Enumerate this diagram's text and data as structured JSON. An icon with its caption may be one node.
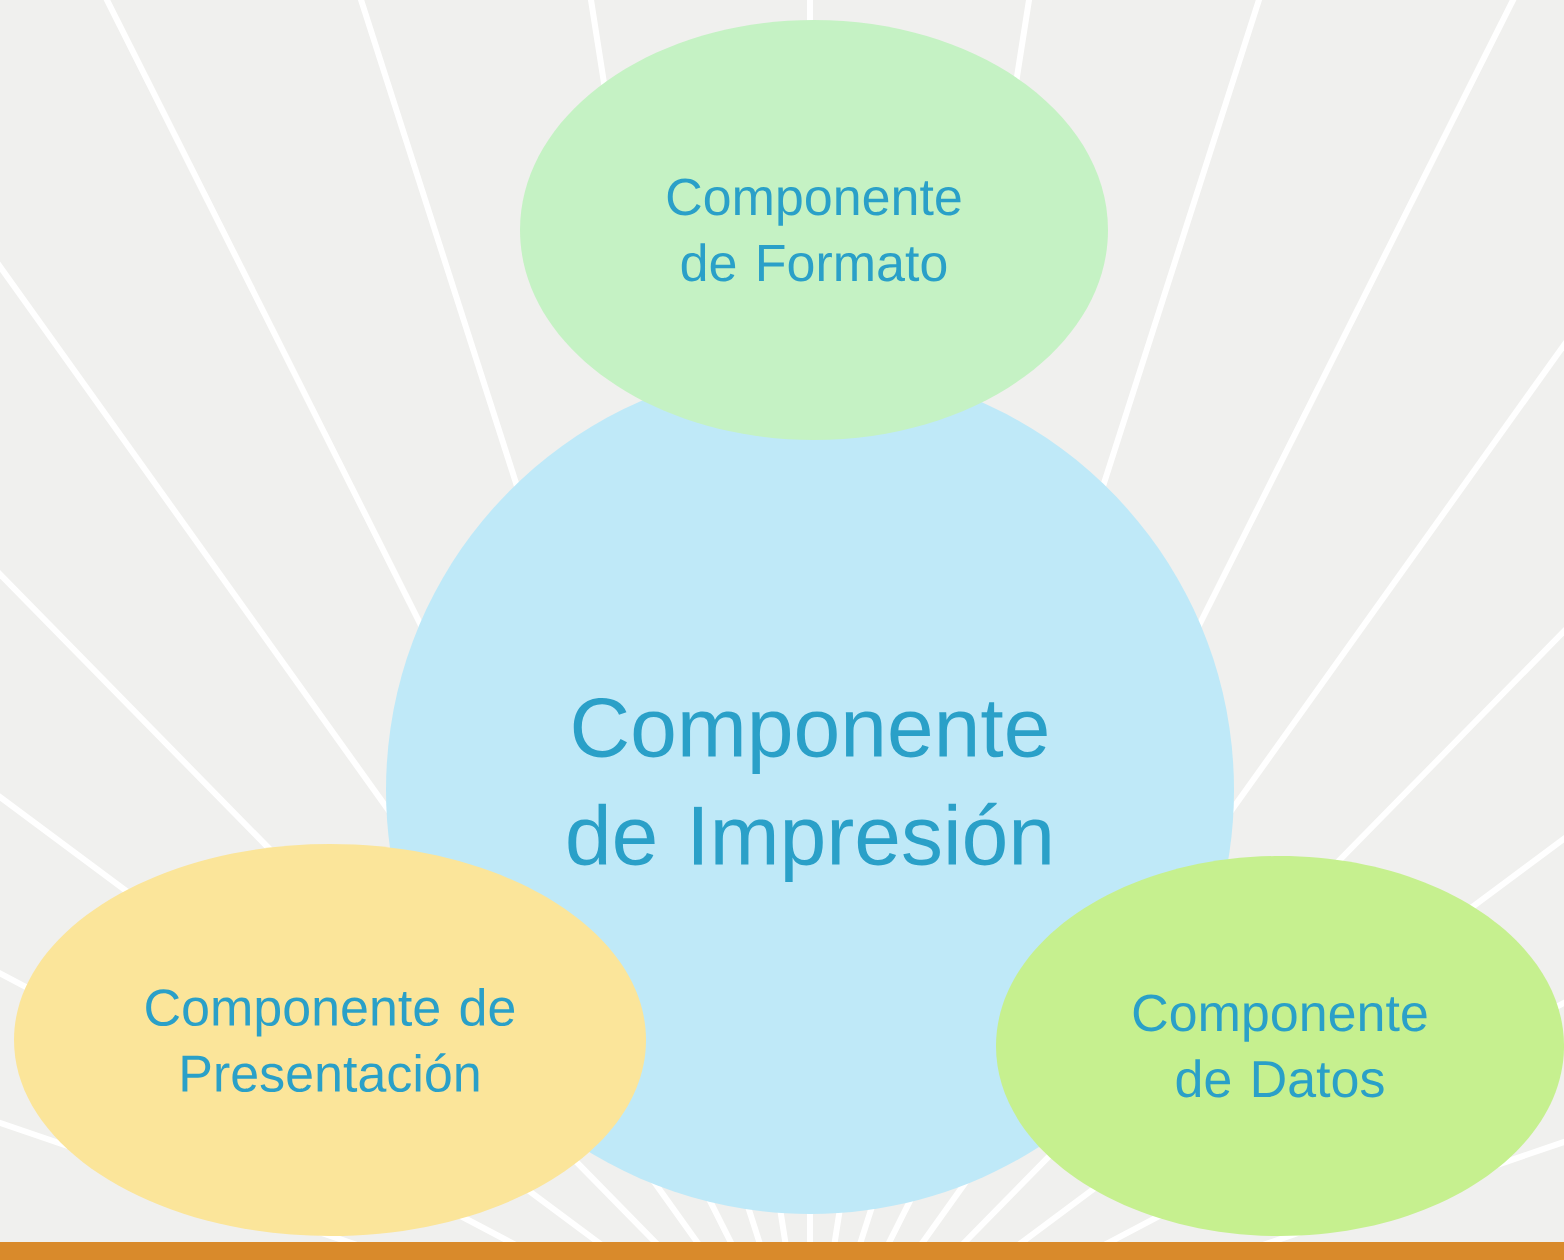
{
  "diagram": {
    "nodes": [
      {
        "text": [
          "Componente de Formato"
        ]
      },
      {
        "text": [
          "Componente de Impresión"
        ]
      },
      {
        "text": [
          "Componente de Presentación"
        ]
      },
      {
        "text": [
          "Componente de Datos"
        ]
      }
    ]
  }
}
